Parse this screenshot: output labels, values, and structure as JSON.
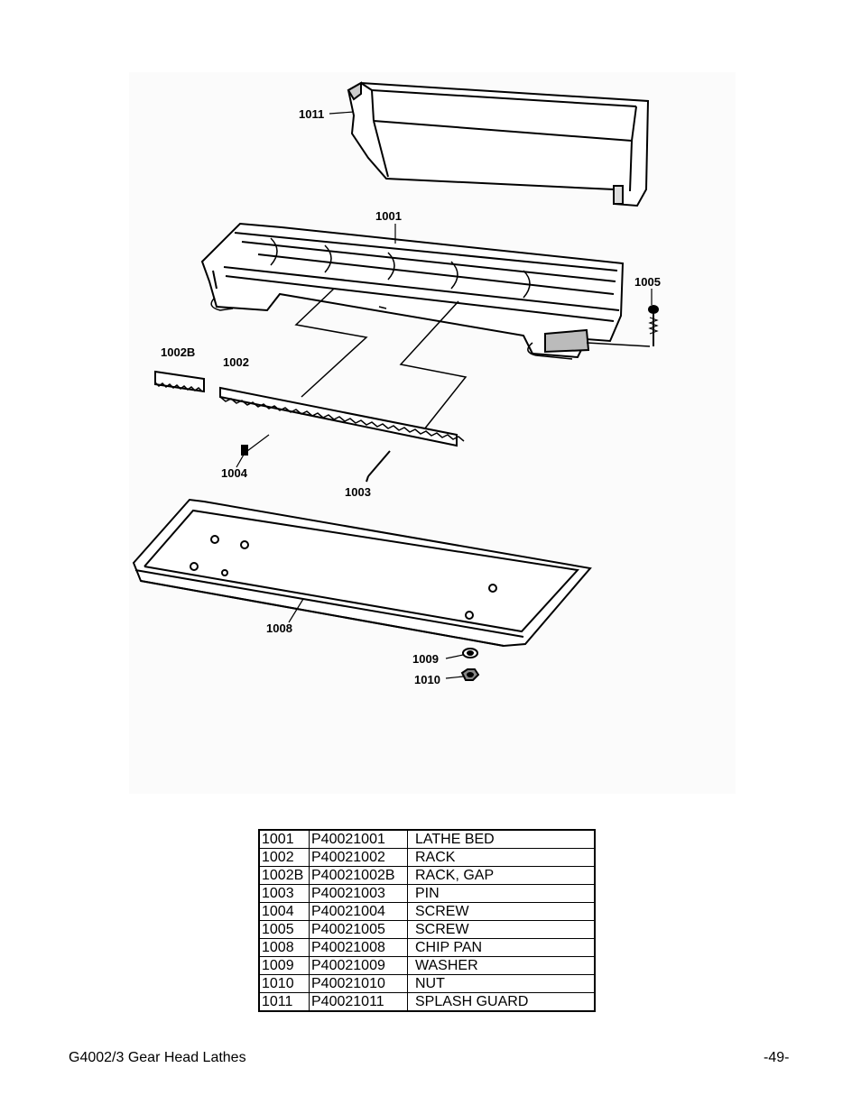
{
  "diagram": {
    "callouts": {
      "c1011": "1011",
      "c1001": "1001",
      "c1005": "1005",
      "c1002B": "1002B",
      "c1002": "1002",
      "c1004": "1004",
      "c1003": "1003",
      "c1008": "1008",
      "c1009": "1009",
      "c1010": "1010"
    }
  },
  "parts_table": {
    "rows": [
      [
        "1001",
        "P40021001",
        "LATHE BED"
      ],
      [
        "1002",
        "P40021002",
        "RACK"
      ],
      [
        "1002B",
        "P40021002B",
        "RACK, GAP"
      ],
      [
        "1003",
        "P40021003",
        "PIN"
      ],
      [
        "1004",
        "P40021004",
        "SCREW"
      ],
      [
        "1005",
        "P40021005",
        "SCREW"
      ],
      [
        "1008",
        "P40021008",
        "CHIP PAN"
      ],
      [
        "1009",
        "P40021009",
        "WASHER"
      ],
      [
        "1010",
        "P40021010",
        "NUT"
      ],
      [
        "1011",
        "P40021011",
        "SPLASH GUARD"
      ]
    ]
  },
  "footer": {
    "left": "G4002/3 Gear Head Lathes",
    "right": "-49-"
  }
}
